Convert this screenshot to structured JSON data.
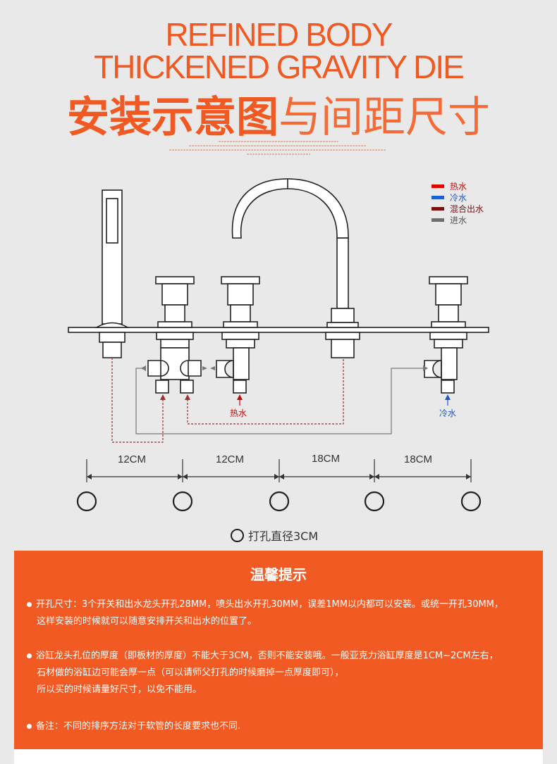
{
  "header": {
    "line1": "REFINED BODY",
    "line2": "THICKENED GRAVITY DIE",
    "line3_bold": "安装示意图",
    "line3_light": "与间距尺寸"
  },
  "legend": [
    {
      "label": "热水",
      "color": "#e00000"
    },
    {
      "label": "冷水",
      "color": "#1e5fd8"
    },
    {
      "label": "混合出水",
      "color": "#7a1010"
    },
    {
      "label": "进水",
      "color": "#6e6e6e"
    }
  ],
  "labels": {
    "hot": "热水",
    "cold": "冷水"
  },
  "dimensions": [
    "12CM",
    "12CM",
    "18CM",
    "18CM"
  ],
  "hole_note": "打孔直径3CM",
  "tips": {
    "title": "温馨提示",
    "p1_line1": "开孔尺寸：3个开关和出水龙头开孔28MM，喷头出水开孔30MM，误差1MM以内都可以安装。或统一开孔30MM，",
    "p1_line2": "这样安装的时候就可以随意安排开关和出水的位置了。",
    "p2_line1": "浴缸龙头孔位的厚度（即板材的厚度）不能大于3CM，否则不能安装哦。一般亚克力浴缸厚度是1CM~2CM左右，",
    "p2_line2": "石材做的浴缸边可能会厚一点（可以请师父打孔的时候磨掉一点厚度即可），",
    "p2_line3": "所以买的时候请量好尺寸，以免不能用。",
    "p3": "备注：不同的排序方法对于软管的长度要求也不同."
  }
}
